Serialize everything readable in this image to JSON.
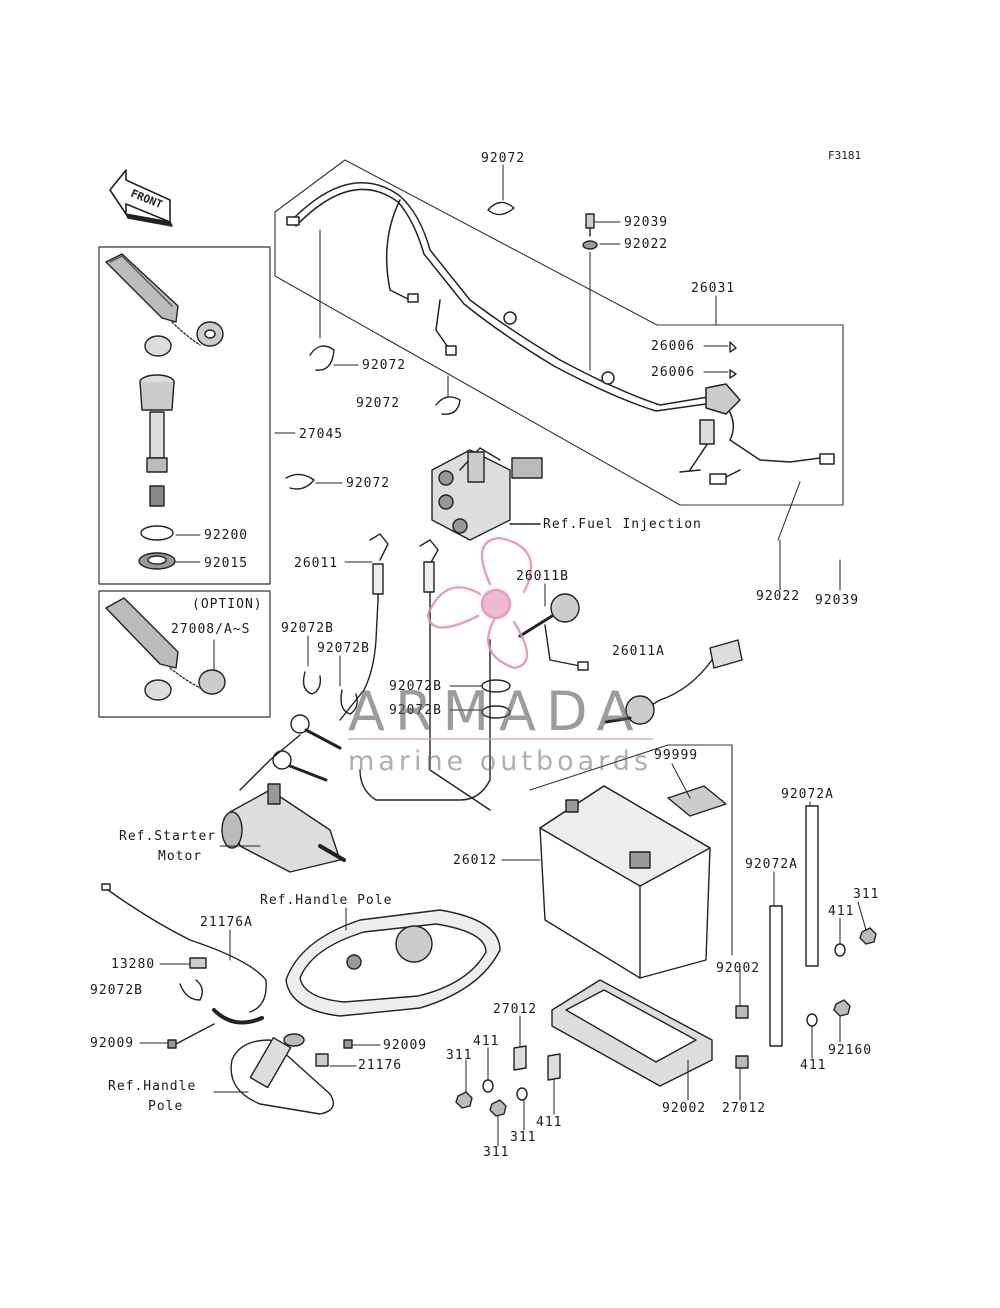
{
  "figure_code": "F3181",
  "front_label": "FRONT",
  "option_label": "(OPTION)",
  "watermark": {
    "brand": "ARMADA",
    "tagline": "marine outboards",
    "accent": "#e48caf"
  },
  "part_labels": [
    {
      "id": "92072-top",
      "text": "92072"
    },
    {
      "id": "92039-top",
      "text": "92039"
    },
    {
      "id": "92022-top",
      "text": "92022"
    },
    {
      "id": "26031",
      "text": "26031"
    },
    {
      "id": "26006-a",
      "text": "26006"
    },
    {
      "id": "26006-b",
      "text": "26006"
    },
    {
      "id": "92072-b",
      "text": "92072"
    },
    {
      "id": "92072-c",
      "text": "92072"
    },
    {
      "id": "27045",
      "text": "27045"
    },
    {
      "id": "92072-d",
      "text": "92072"
    },
    {
      "id": "ref-fuel-injection",
      "text": "Ref.Fuel Injection"
    },
    {
      "id": "92200",
      "text": "92200"
    },
    {
      "id": "92015",
      "text": "92015"
    },
    {
      "id": "26011",
      "text": "26011"
    },
    {
      "id": "26011B",
      "text": "26011B"
    },
    {
      "id": "92022-right",
      "text": "92022"
    },
    {
      "id": "92039-right",
      "text": "92039"
    },
    {
      "id": "27008",
      "text": "27008/A~S"
    },
    {
      "id": "92072B-a",
      "text": "92072B"
    },
    {
      "id": "92072B-b",
      "text": "92072B"
    },
    {
      "id": "26011A",
      "text": "26011A"
    },
    {
      "id": "92072B-c",
      "text": "92072B"
    },
    {
      "id": "92072B-d",
      "text": "92072B"
    },
    {
      "id": "99999",
      "text": "99999"
    },
    {
      "id": "92072A-a",
      "text": "92072A"
    },
    {
      "id": "ref-starter-1",
      "text": "Ref.Starter"
    },
    {
      "id": "ref-starter-2",
      "text": "Motor"
    },
    {
      "id": "26012",
      "text": "26012"
    },
    {
      "id": "92072A-b",
      "text": "92072A"
    },
    {
      "id": "311-a",
      "text": "311"
    },
    {
      "id": "ref-handle-pole-top",
      "text": "Ref.Handle Pole"
    },
    {
      "id": "21176A",
      "text": "21176A"
    },
    {
      "id": "411-a",
      "text": "411"
    },
    {
      "id": "13280",
      "text": "13280"
    },
    {
      "id": "92002-a",
      "text": "92002"
    },
    {
      "id": "92072B-e",
      "text": "92072B"
    },
    {
      "id": "27012-a",
      "text": "27012"
    },
    {
      "id": "311-b",
      "text": "311"
    },
    {
      "id": "92009-a",
      "text": "92009"
    },
    {
      "id": "92009-b",
      "text": "92009"
    },
    {
      "id": "411-b",
      "text": "411"
    },
    {
      "id": "21176",
      "text": "21176"
    },
    {
      "id": "411-c",
      "text": "411"
    },
    {
      "id": "ref-handle-pole-1",
      "text": "Ref.Handle"
    },
    {
      "id": "ref-handle-pole-2",
      "text": "Pole"
    },
    {
      "id": "311-c",
      "text": "311"
    },
    {
      "id": "92160",
      "text": "92160"
    },
    {
      "id": "92002-b",
      "text": "92002"
    },
    {
      "id": "27012-b",
      "text": "27012"
    },
    {
      "id": "411-d",
      "text": "411"
    },
    {
      "id": "311-d",
      "text": "311"
    }
  ]
}
